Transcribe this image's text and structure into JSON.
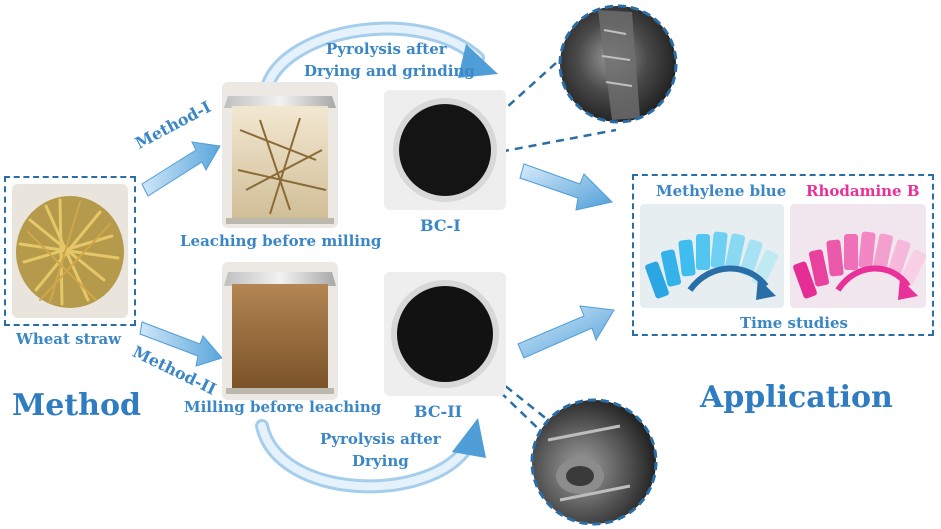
{
  "labels": {
    "pyrolysis_top_line1": "Pyrolysis after",
    "pyrolysis_top_line2": "Drying and grinding",
    "method1": "Method-I",
    "method2": "Method-II",
    "leaching_before_milling": "Leaching before milling",
    "milling_before_leaching": "Milling before leaching",
    "bc1": "BC-I",
    "bc2": "BC-II",
    "wheat_straw": "Wheat straw",
    "method": "Method",
    "application": "Application",
    "methylene_blue": "Methylene blue",
    "rhodamine_b": "Rhodamine B",
    "time_studies": "Time studies",
    "pyrolysis_bottom_line1": "Pyrolysis after",
    "pyrolysis_bottom_line2": "Drying"
  },
  "colors": {
    "label_blue": "#3a86c6",
    "dash_blue": "#2a6ea8",
    "methylene": "#35b6e6",
    "rhodamine": "#e8329a"
  }
}
